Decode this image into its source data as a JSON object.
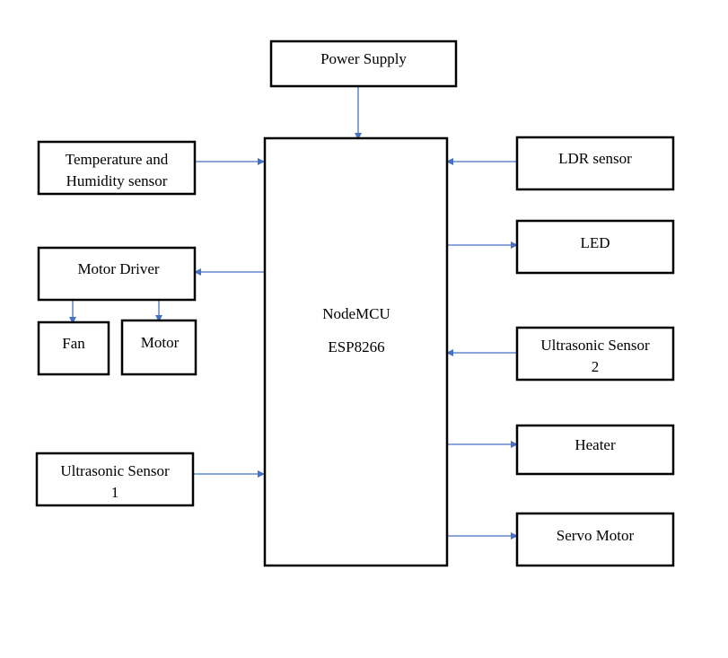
{
  "colors": {
    "box_stroke": "#000000",
    "arrow": "#4472c4",
    "background": "#ffffff"
  },
  "blocks": {
    "power_supply": [
      "Power Supply"
    ],
    "temp_humidity": [
      "Temperature and",
      "Humidity sensor"
    ],
    "motor_driver": [
      "Motor Driver"
    ],
    "fan": [
      "Fan"
    ],
    "motor": [
      "Motor"
    ],
    "ultrasonic_1": [
      "Ultrasonic Sensor",
      "1"
    ],
    "nodemcu": [
      "NodeMCU",
      "ESP8266"
    ],
    "ldr": [
      "LDR sensor"
    ],
    "led": [
      "LED"
    ],
    "ultrasonic_2": [
      "Ultrasonic Sensor",
      "2"
    ],
    "heater": [
      "Heater"
    ],
    "servo": [
      "Servo Motor"
    ]
  },
  "connections": [
    {
      "from": "power_supply",
      "to": "nodemcu"
    },
    {
      "from": "temp_humidity",
      "to": "nodemcu"
    },
    {
      "from": "nodemcu",
      "to": "motor_driver"
    },
    {
      "from": "motor_driver",
      "to": "fan"
    },
    {
      "from": "motor_driver",
      "to": "motor"
    },
    {
      "from": "ultrasonic_1",
      "to": "nodemcu"
    },
    {
      "from": "ldr",
      "to": "nodemcu"
    },
    {
      "from": "nodemcu",
      "to": "led"
    },
    {
      "from": "ultrasonic_2",
      "to": "nodemcu"
    },
    {
      "from": "nodemcu",
      "to": "heater"
    },
    {
      "from": "nodemcu",
      "to": "servo"
    }
  ]
}
